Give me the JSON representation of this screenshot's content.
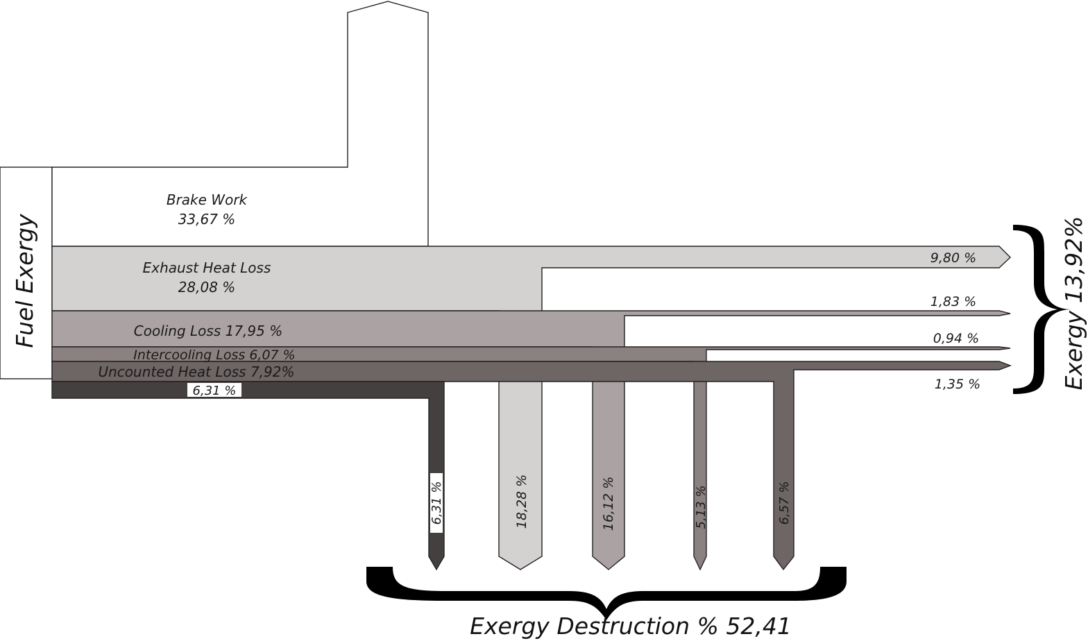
{
  "fuel_exergy_label": "Fuel Exergy",
  "exergy_label": "Exergy 13,92%",
  "exergy_destruction_label": "Exergy Destruction % 52,41",
  "brake_work": {
    "name": "Brake Work",
    "value": "33,67 %"
  },
  "exhaust": {
    "name": "Exhaust Heat Loss",
    "value": "28,08  %"
  },
  "cooling": {
    "label": "Cooling  Loss 17,95 %"
  },
  "intercooling": {
    "label": "Intercooling Loss 6,07 %"
  },
  "uncounted": {
    "label": "Uncounted Heat Loss 7,92%"
  },
  "friction": {
    "label": "6,31 %"
  },
  "exergy_outputs": [
    "9,80 %",
    "1,83 %",
    "0,94 %",
    "1,35 %"
  ],
  "destruction_values": [
    "6,31 %",
    "18,28 %",
    "16,12 %",
    "5,13 %",
    "6,57 %"
  ],
  "colors": {
    "brake": "#ffffff",
    "exhaust": "#d4d1d1",
    "cooling": "#aba3a3",
    "intercooling": "#8c8181",
    "uncounted": "#6e6565",
    "friction": "#454040",
    "outline": "#222222"
  }
}
